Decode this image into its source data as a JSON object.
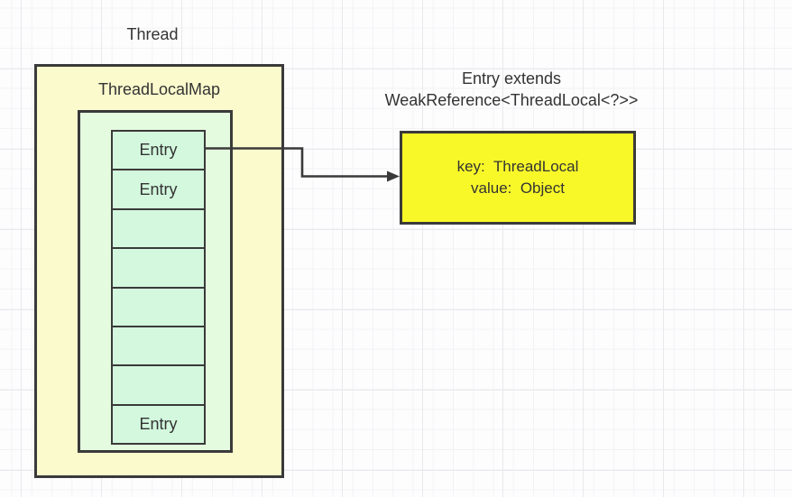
{
  "colors": {
    "canvas_bg": "#fdfdfe",
    "grid_minor": "#f3f3f6",
    "grid_major": "#e9e9ed",
    "stroke": "#3a3a3a",
    "text": "#333333",
    "outer_fill": "#fbfacd",
    "inner_fill": "#e4fbdf",
    "cell_fill": "#d3f8de",
    "highlight_fill": "#f8f829"
  },
  "thread": {
    "title": "Thread"
  },
  "thread_local_map": {
    "title": "ThreadLocalMap",
    "entries": [
      "Entry",
      "Entry",
      "",
      "",
      "",
      "",
      "",
      "Entry"
    ]
  },
  "entry_note": {
    "line1": "Entry extends",
    "line2": "WeakReference<ThreadLocal<?>>"
  },
  "entry_detail": {
    "line1": "key:  ThreadLocal",
    "line2": "value:  Object"
  }
}
